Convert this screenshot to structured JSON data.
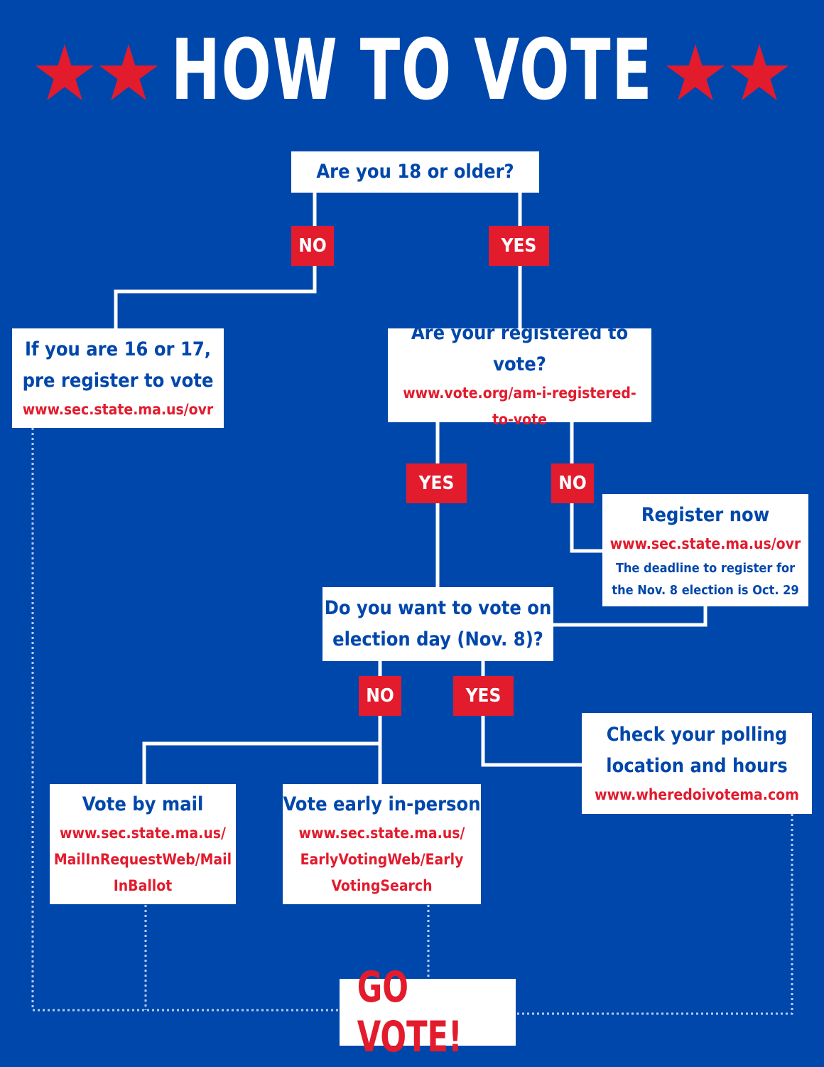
{
  "title": "HOW TO VOTE",
  "colors": {
    "background": "#0047ab",
    "accent": "#e21b2d",
    "box": "#ffffff"
  },
  "icons": [
    "star-icon",
    "star-icon",
    "star-icon",
    "star-icon"
  ],
  "nodes": {
    "q_age": {
      "question": "Are you 18 or older?"
    },
    "pre_register": {
      "line1": "If you are 16 or 17,",
      "line2": "pre register to vote",
      "url": "www.sec.state.ma.us/ovr"
    },
    "q_registered": {
      "question": "Are your registered to vote?",
      "url1": "www.vote.org/am-i-registered-",
      "url2": "to-vote"
    },
    "register_now": {
      "title": "Register now",
      "url": "www.sec.state.ma.us/ovr",
      "note1": "The deadline to register for",
      "note2": "the Nov. 8 election is Oct. 29"
    },
    "q_election_day": {
      "line1": "Do you want to vote on",
      "line2": "election day (Nov. 8)?"
    },
    "polling": {
      "line1": "Check your polling",
      "line2": "location and hours",
      "url": "www.wheredoivotema.com"
    },
    "mail": {
      "title": "Vote by mail",
      "url1": "www.sec.state.ma.us/",
      "url2": "MailInRequestWeb/Mail",
      "url3": "InBallot"
    },
    "early": {
      "title": "Vote early in-person",
      "url1": "www.sec.state.ma.us/",
      "url2": "EarlyVotingWeb/Early",
      "url3": "VotingSearch"
    },
    "go_vote": "GO VOTE!"
  },
  "labels": {
    "no": "NO",
    "yes": "YES"
  }
}
